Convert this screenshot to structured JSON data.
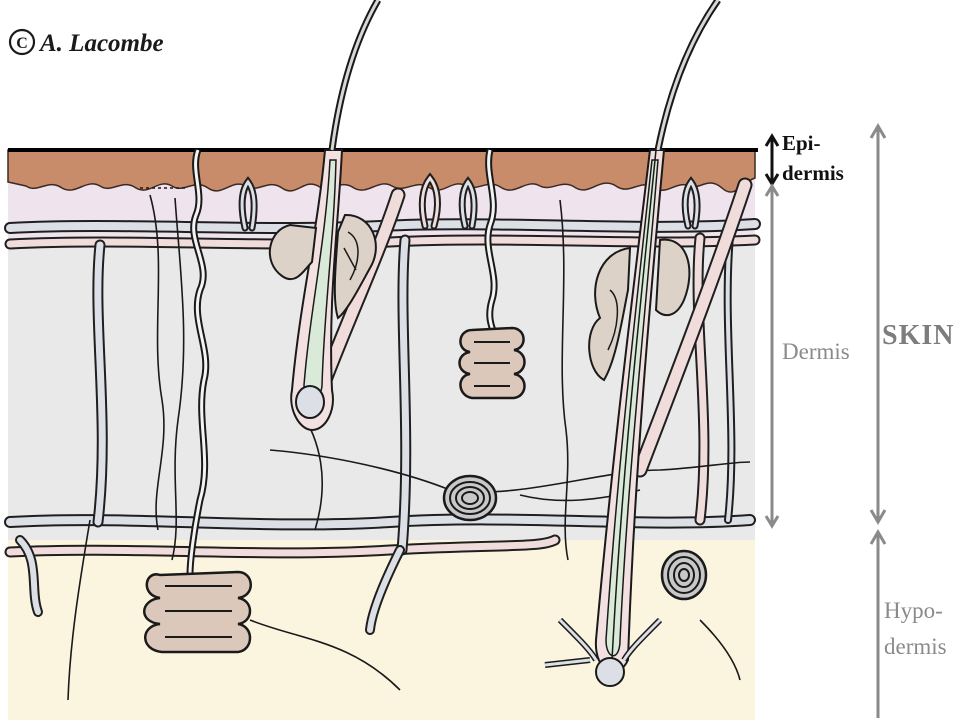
{
  "copyright": {
    "symbol": "©",
    "author": "A. Lacombe"
  },
  "labels": {
    "epidermis_line1": "Epi-",
    "epidermis_line2": "dermis",
    "dermis": "Dermis",
    "hypodermis_line1": "Hypo-",
    "hypodermis_line2": "dermis",
    "skin": "SKIN"
  },
  "colors": {
    "epidermis": "#c98c6a",
    "papillary_dermis": "#efe3ee",
    "reticular_dermis": "#e9e9e9",
    "hypodermis": "#fbf5e0",
    "vessel": "#dcdfe6",
    "vessel_pink": "#f1dcdc",
    "gland": "#dcd2c8",
    "sweat_gland": "#dcc7bb",
    "follicle": "#d9ead8",
    "bracket": "#8a8a8a",
    "outline": "#1a1a1a"
  }
}
